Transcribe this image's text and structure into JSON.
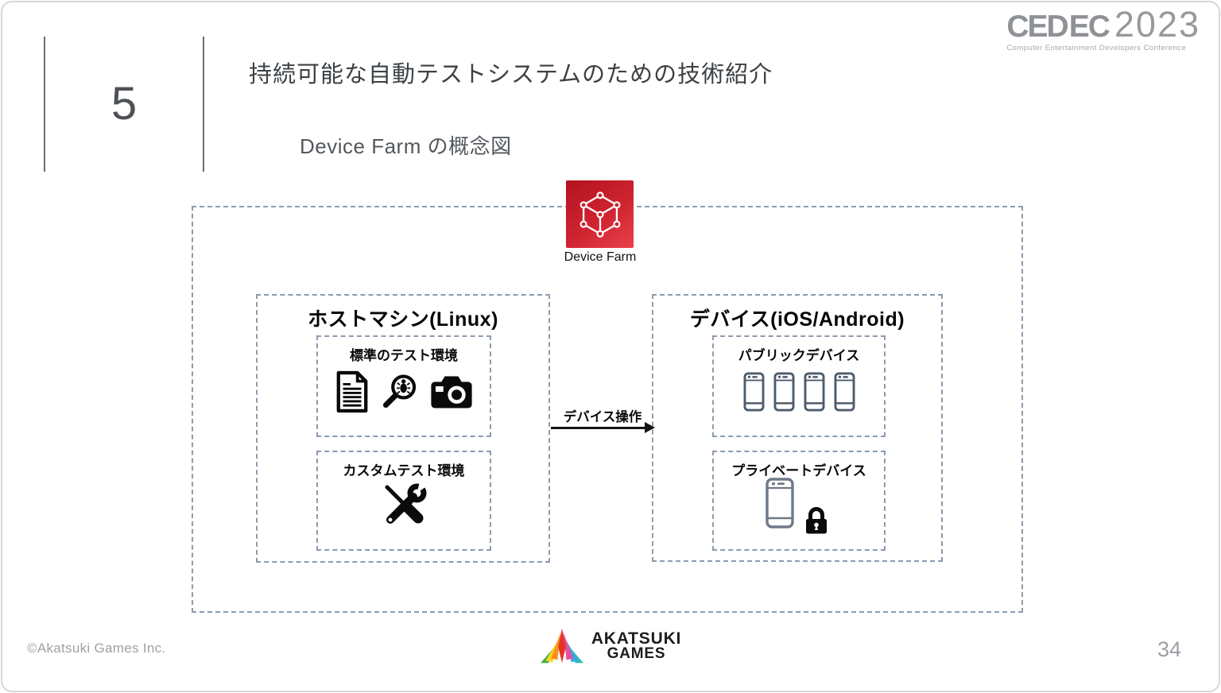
{
  "slide": {
    "section_number": "5",
    "title": "持続可能な自動テストシステムのための技術紹介",
    "subtitle": "Device Farm の概念図",
    "page_number": "34",
    "copyright": "©Akatsuki Games Inc."
  },
  "cedec_logo": {
    "ce": "CE",
    "d": "D",
    "cross": "✕",
    "ec": "EC",
    "year": "2023",
    "tagline": "Computer Entertainment Developers Conference"
  },
  "akatsuki_logo": {
    "line1": "AKATSUKI",
    "line2": "GAMES"
  },
  "diagram": {
    "device_farm_label": "Device Farm",
    "arrow_label": "デバイス操作",
    "host": {
      "title": "ホストマシン(Linux)",
      "standard_env_title": "標準のテスト環境",
      "standard_env_icons": [
        "document-icon",
        "bug-search-icon",
        "camera-icon"
      ],
      "custom_env_title": "カスタムテスト環境",
      "custom_env_icons": [
        "tools-icon"
      ]
    },
    "device": {
      "title": "デバイス(iOS/Android)",
      "public_title": "パブリックデバイス",
      "public_phone_count": 4,
      "private_title": "プライベートデバイス",
      "private_icons": [
        "smartphone-icon",
        "lock-icon"
      ]
    },
    "colors": {
      "dashed_border": "#8c9baf",
      "aws_red_dark": "#b31220",
      "aws_red_light": "#e8424d",
      "phone_outline": "#4d5b6b",
      "icon_black": "#0a0a0a",
      "muted_gray": "#9ba1a6"
    }
  }
}
